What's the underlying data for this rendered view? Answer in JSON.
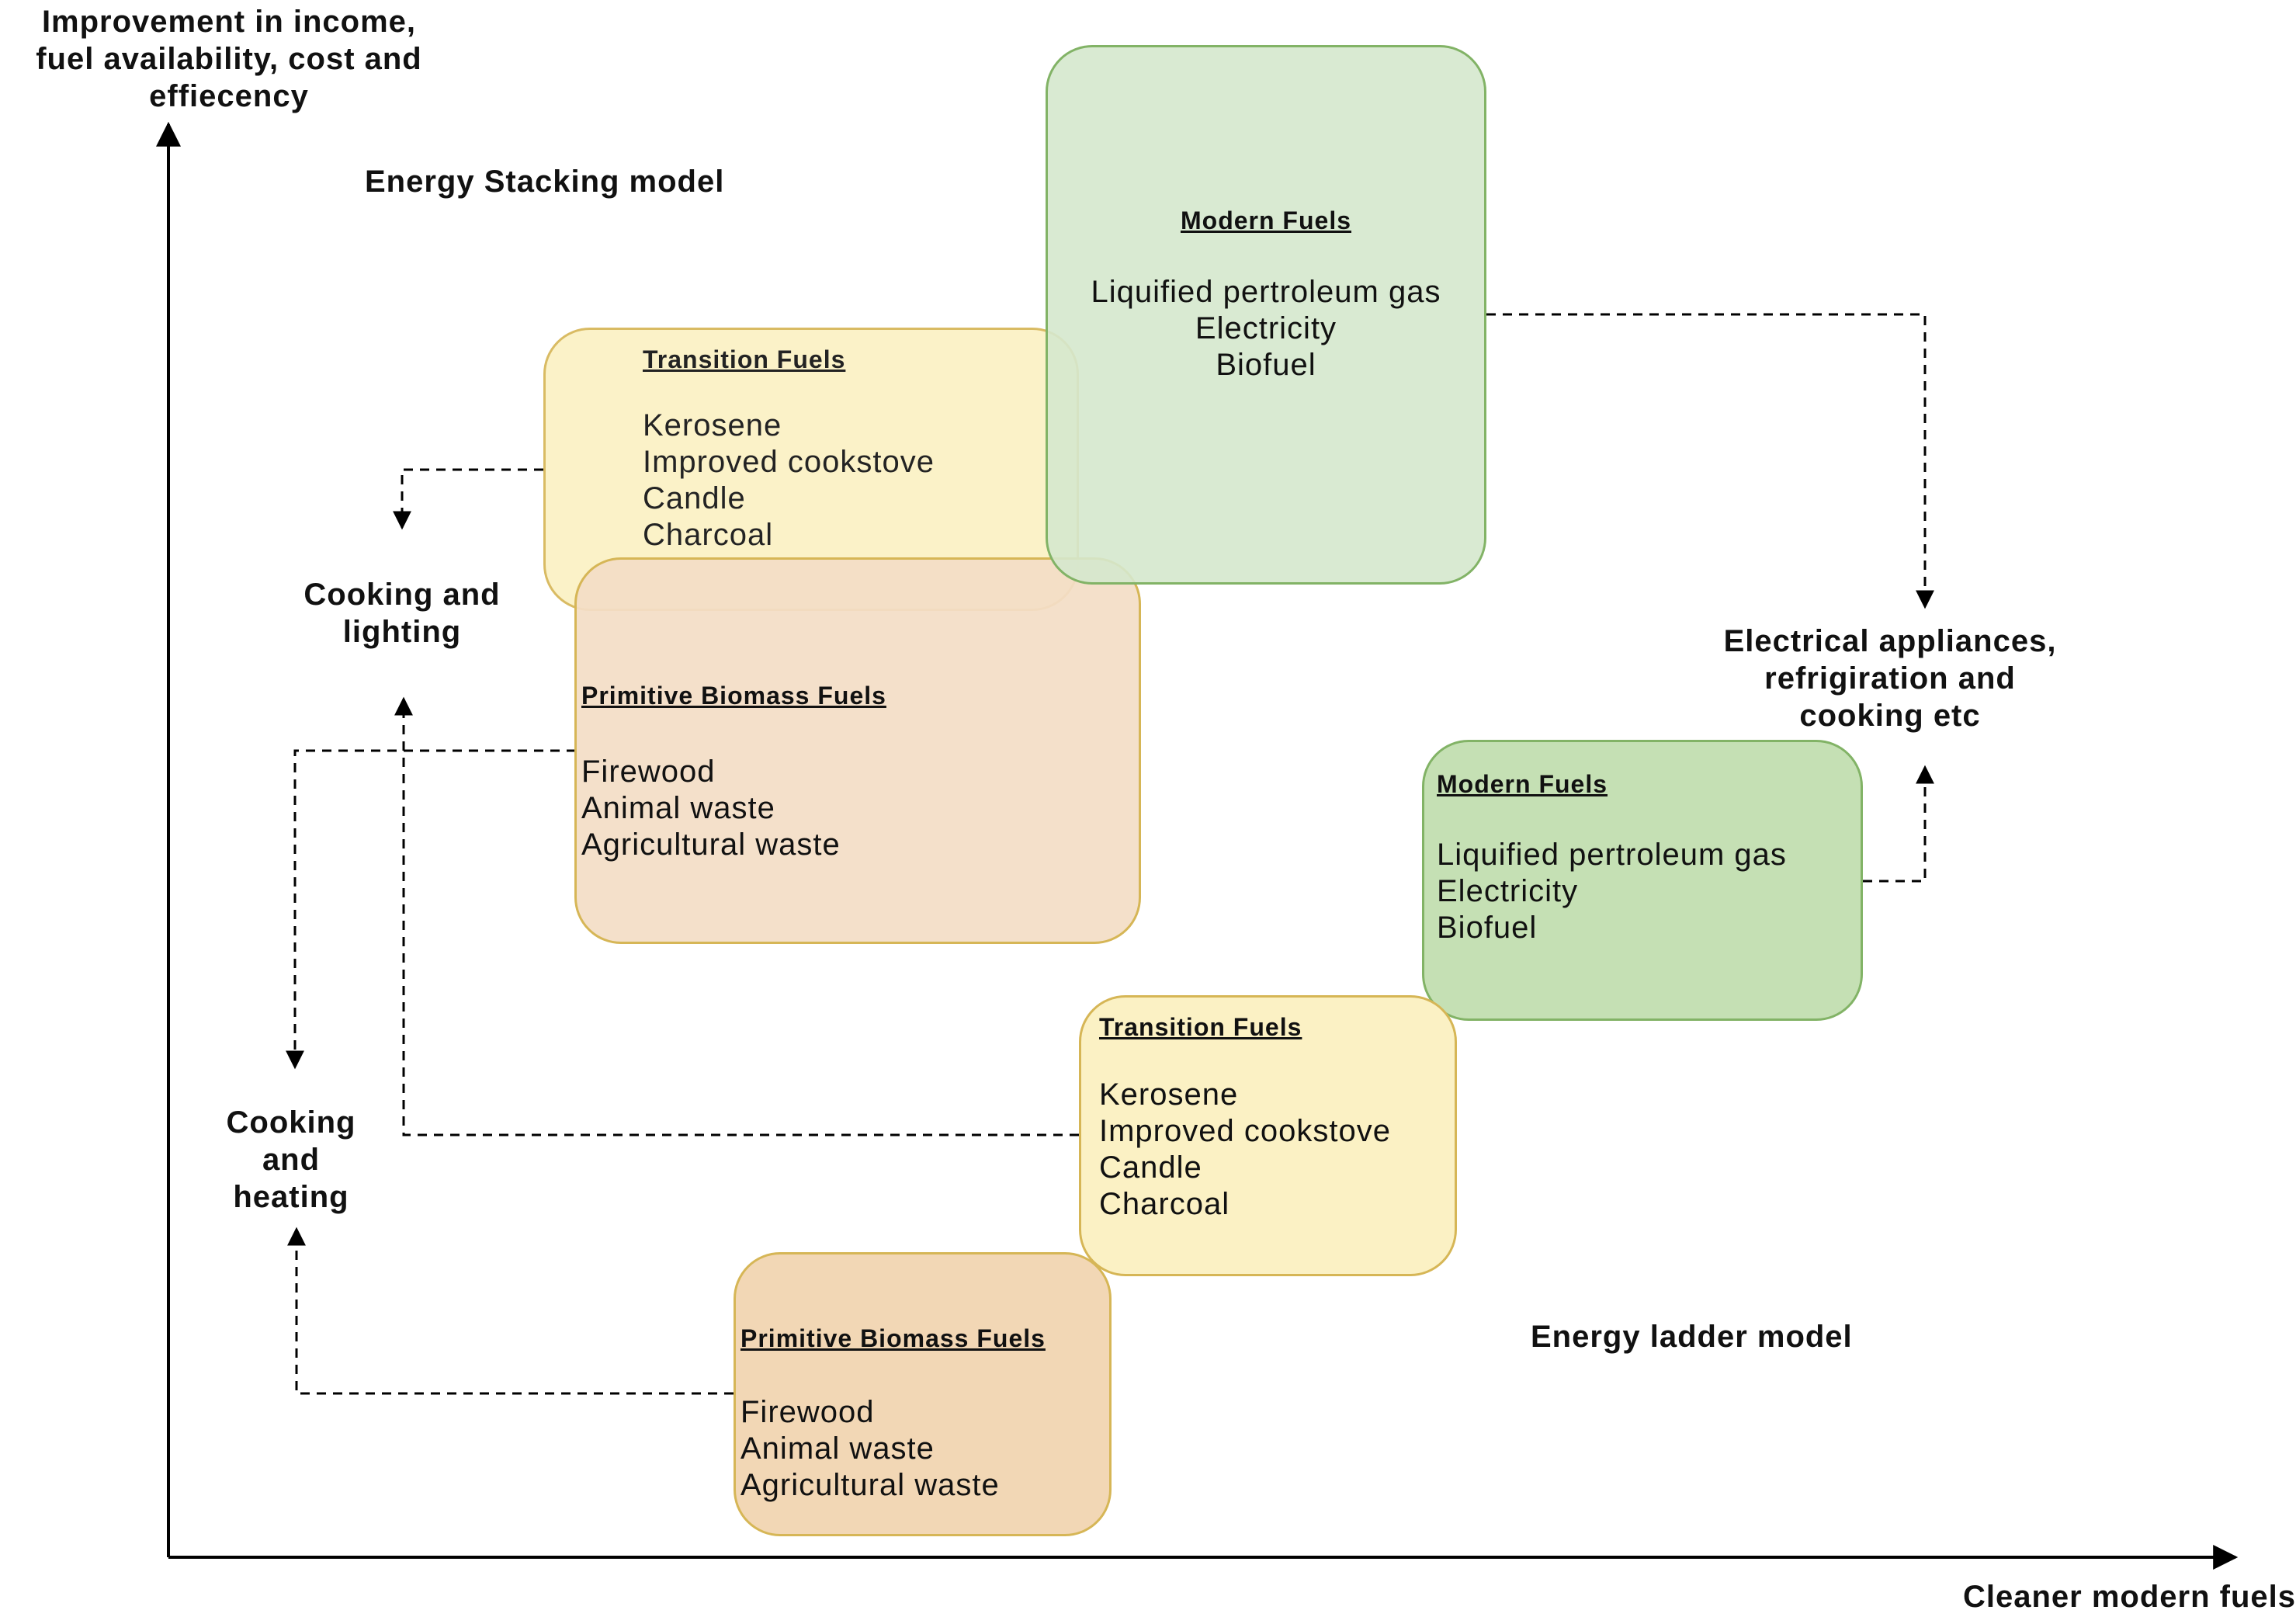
{
  "axes": {
    "y_label": "Improvement in income,\nfuel availability, cost and\neffiecency",
    "x_label": "Cleaner modern fuels"
  },
  "models": {
    "stacking": "Energy Stacking model",
    "ladder": "Energy ladder model"
  },
  "stacking": {
    "modern": {
      "title": "Modern Fuels",
      "items": [
        "Liquified pertroleum gas",
        "Electricity",
        "Biofuel"
      ]
    },
    "transition": {
      "title": "Transition Fuels",
      "items": [
        "Kerosene",
        "Improved cookstove",
        "Candle",
        "Charcoal"
      ]
    },
    "primitive": {
      "title": "Primitive Biomass Fuels",
      "items": [
        "Firewood",
        "Animal waste",
        "Agricultural waste"
      ]
    }
  },
  "ladder": {
    "modern": {
      "title": "Modern Fuels",
      "items": [
        "Liquified pertroleum gas",
        "Electricity",
        "Biofuel"
      ]
    },
    "transition": {
      "title": "Transition Fuels",
      "items": [
        "Kerosene",
        "Improved cookstove",
        "Candle",
        "Charcoal"
      ]
    },
    "primitive": {
      "title": "Primitive Biomass Fuels",
      "items": [
        "Firewood",
        "Animal waste",
        "Agricultural waste"
      ]
    }
  },
  "uses": {
    "cooking_lighting": "Cooking and\nlighting",
    "cooking_heating": "Cooking\nand\nheating",
    "electrical": "Electrical appliances,\nrefrigiration and\ncooking etc"
  },
  "colors": {
    "modern_light_fill": "#d9ead3",
    "modern_light_border": "#82b366",
    "modern_fill": "#c5e0b4",
    "modern_border": "#82b366",
    "transition_fill": "#fbf1c4",
    "transition_border": "#d6b656",
    "primitive_fill": "#f4e0c9",
    "primitive_border": "#d6b656",
    "primitive_dark_fill": "#f2d7b5",
    "line": "#000000"
  }
}
